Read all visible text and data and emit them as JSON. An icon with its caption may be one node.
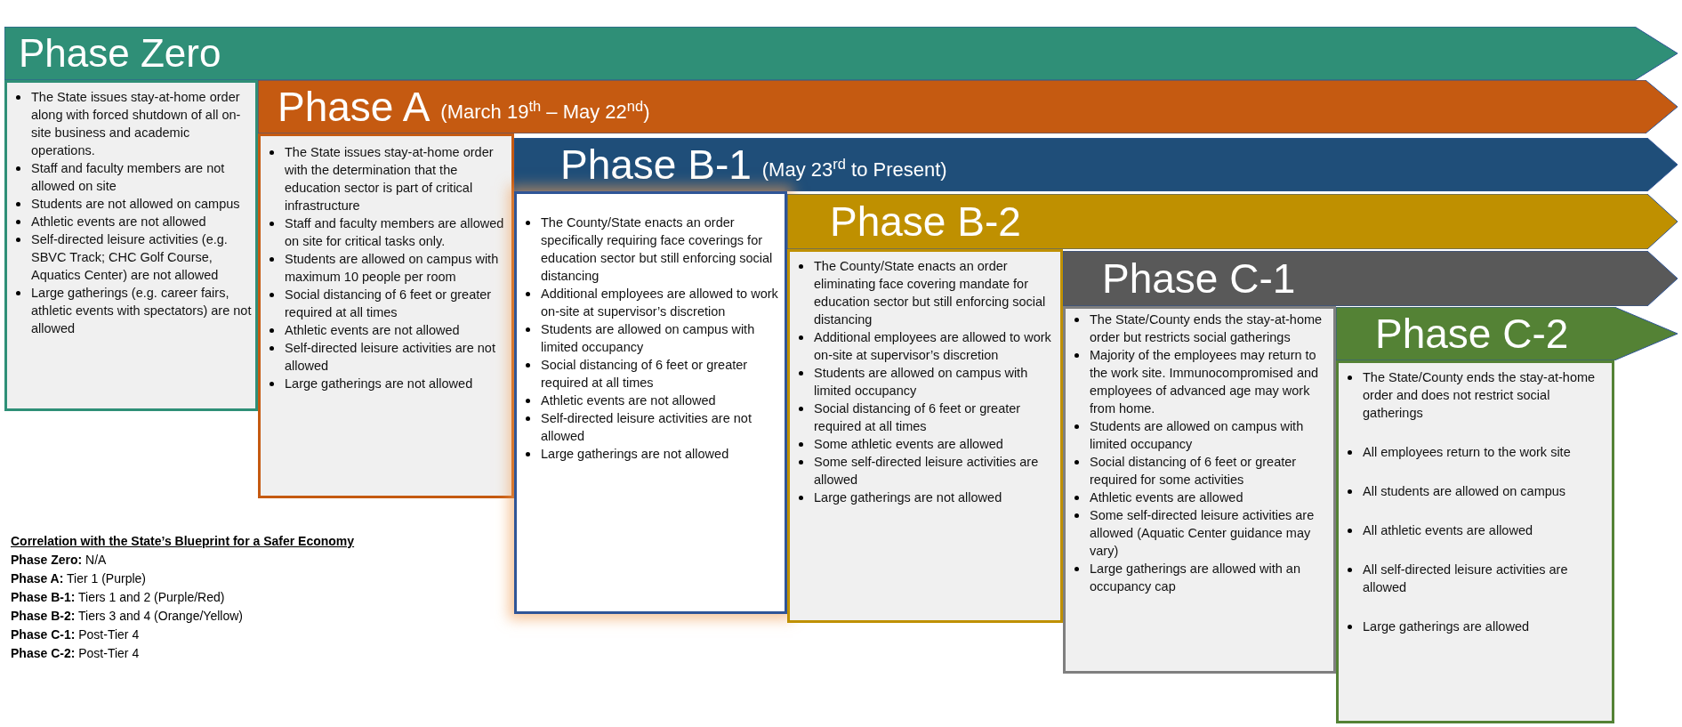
{
  "diagram": {
    "nodes": [
      {
        "text": [
          "Phase Zero"
        ]
      },
      {
        "text": [
          "The State issues stay-at-home order along with forced shutdown of all on-site business and academic operations.",
          "Staff and faculty members are not allowed on site",
          "Students are not allowed on campus",
          "Athletic events are not allowed",
          "Self-directed leisure activities (e.g. SBVC Track; CHC Golf Course, Aquatics Center) are not allowed",
          "Large gatherings (e.g. career fairs, athletic events with spectators) are not allowed"
        ]
      },
      {
        "text": [
          "Phase A",
          "(March 19$^{th}$ – May 22$^{nd}$)"
        ]
      },
      {
        "text": [
          "The State issues stay-at-home order with the determination that the education sector is part of critical infrastructure",
          "Staff and faculty members are allowed on site for critical tasks only.",
          "Students are allowed on campus with maximum 10 people per room",
          "Social distancing of 6 feet or greater required at all times",
          "Athletic events are not allowed",
          "Self-directed leisure activities are not allowed",
          "Large gatherings are not allowed"
        ]
      },
      {
        "text": [
          "Phase B-1",
          "(May 23$^{rd}$ to Present)"
        ]
      },
      {
        "text": [
          "The County/State enacts an order specifically requiring face coverings for education sector but still enforcing social distancing",
          "Additional employees are allowed to work on-site at supervisor’s discretion",
          "Students are allowed on campus with limited occupancy",
          "Social distancing of 6 feet or greater required at all times",
          "Athletic events are not allowed",
          "Self-directed leisure activities are not allowed",
          "Large gatherings are not allowed"
        ]
      },
      {
        "text": [
          "Phase B-2"
        ]
      },
      {
        "text": [
          "The County/State enacts an order eliminating face covering mandate for education sector but still enforcing social distancing",
          "Additional employees are allowed to work on-site at supervisor’s discretion",
          "Students are allowed on campus with limited occupancy",
          "Social distancing of 6 feet or greater required at all times",
          "Some athletic events are allowed",
          "Some self-directed leisure activities are allowed",
          "Large gatherings are not allowed"
        ]
      },
      {
        "text": [
          "Phase C-1"
        ]
      },
      {
        "text": [
          "The State/County ends the stay-at-home order but restricts social gatherings",
          "Majority of the employees may return to the work site. Immunocompromised and employees of advanced age may work from home.",
          "Students are allowed on campus with limited occupancy",
          "Social distancing of 6 feet or greater required for some activities",
          "Athletic events are allowed",
          "Some self-directed leisure activities are allowed (Aquatic Center guidance may vary)",
          "Large gatherings are allowed with an occupancy cap"
        ]
      },
      {
        "text": [
          "Phase C-2"
        ]
      },
      {
        "text": [
          "The State/County ends the stay-at-home order and does not restrict social gatherings",
          "All employees return to the work site",
          "All students are allowed on campus",
          "All athletic events are allowed",
          "All self-directed leisure activities are allowed",
          "Large gatherings are allowed"
        ]
      }
    ],
    "labels": [
      "Correlation with the State’s Blueprint for a Safer Economy",
      "**Phase Zero:** N/A",
      "**Phase A:** Tier 1 (Purple)",
      "**Phase B-1:** Tiers 1 and 2 (Purple/Red)",
      "**Phase B-2:** Tiers 3 and 4 (Orange/Yellow)",
      "**Phase C-1:** Post-Tier 4",
      "**Phase C-2:** Post-Tier 4"
    ]
  }
}
